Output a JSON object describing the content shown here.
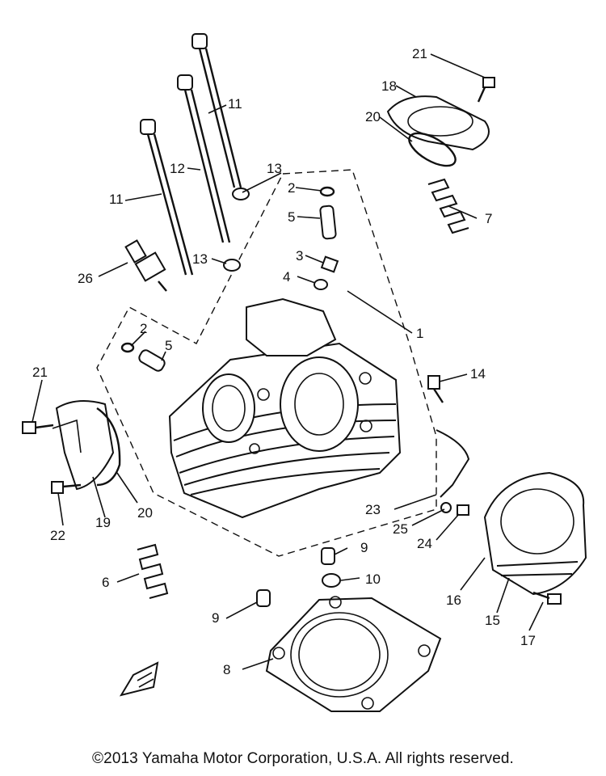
{
  "callouts": {
    "c1": "1",
    "c2a": "2",
    "c2b": "2",
    "c3": "3",
    "c4": "4",
    "c5a": "5",
    "c5b": "5",
    "c6": "6",
    "c7": "7",
    "c8": "8",
    "c9a": "9",
    "c9b": "9",
    "c10": "10",
    "c11a": "11",
    "c11b": "11",
    "c12": "12",
    "c13a": "13",
    "c13b": "13",
    "c14": "14",
    "c15": "15",
    "c16": "16",
    "c17": "17",
    "c18": "18",
    "c19": "19",
    "c20a": "20",
    "c20b": "20",
    "c21a": "21",
    "c21b": "21",
    "c22": "22",
    "c23": "23",
    "c24": "24",
    "c25": "25",
    "c26": "26"
  },
  "footer": {
    "copyright": "©2013 Yamaha Motor Corporation, U.S.A. All rights reserved."
  }
}
